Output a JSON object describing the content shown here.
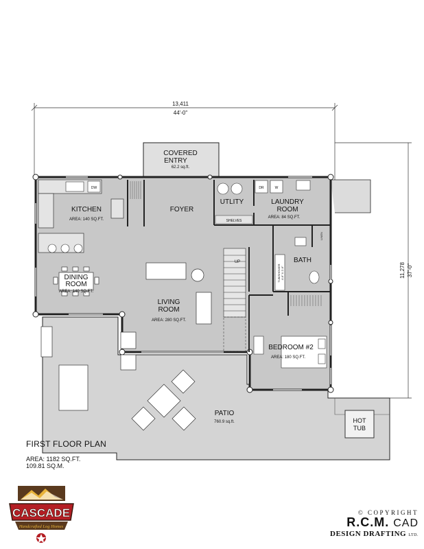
{
  "plan": {
    "dims": {
      "top_mm": "13,411",
      "top_ft": "44'-0\"",
      "right_mm": "11,278",
      "right_ft": "37'-0\""
    },
    "rooms": {
      "covered_entry": {
        "name1": "COVERED",
        "name2": "ENTRY",
        "area": "62.2 sq.ft."
      },
      "kitchen": {
        "name": "KITCHEN",
        "area": "AREA: 140 SQ.FT."
      },
      "foyer": {
        "name": "FOYER"
      },
      "utility": {
        "name": "UTLITY",
        "shelves": "SHELVES"
      },
      "laundry": {
        "name1": "LAUNDRY",
        "name2": "ROOM",
        "area": "AREA: 84 SQ.FT."
      },
      "dining": {
        "name1": "DINING",
        "name2": "ROOM",
        "area": "AREA: 140 SQ.FT."
      },
      "living": {
        "name1": "LIVING",
        "name2": "ROOM",
        "area": "AREA: 280 SQ.FT."
      },
      "bath": {
        "name": "BATH",
        "tub": "TUB/SHOWER",
        "tub_size": "4'-6\" X 2'-6\"",
        "linen": "LINEN"
      },
      "bedroom2": {
        "name": "BEDROOM #2",
        "area": "AREA: 180 SQ.FT."
      },
      "patio": {
        "name": "PATIO",
        "area": "760.9 sq.ft."
      },
      "hot_tub": {
        "name1": "HOT",
        "name2": "TUB"
      }
    },
    "fixtures": {
      "dw": "DW",
      "dr": "DR",
      "w": "W",
      "up": "UP"
    }
  },
  "title": {
    "heading": "FIRST FLOOR PLAN",
    "area_sqft": "AREA: 1182 SQ.FT.",
    "area_sqm": "109.81 SQ.M."
  },
  "logo": {
    "brand": "CASCADE",
    "tagline": "Handcrafted Log Homes"
  },
  "copyright": {
    "line1": "© COPYRIGHT",
    "rcm": "R.C.M.",
    "cad": "CAD",
    "line3": "DESIGN DRAFTING",
    "ltd": "LTD."
  },
  "colors": {
    "floor": "#c8c8c8",
    "patio": "#d4d4d4",
    "wall": "#222222",
    "logo_red": "#b41e24",
    "logo_brown": "#5a3a1e",
    "logo_gold": "#e8b33a"
  }
}
